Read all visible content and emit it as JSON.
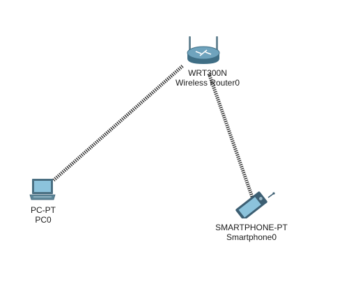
{
  "devices": {
    "router": {
      "model": "WRT300N",
      "name": "Wireless Router0",
      "icon": "wireless-router-icon"
    },
    "pc": {
      "model": "PC-PT",
      "name": "PC0",
      "icon": "laptop-icon"
    },
    "smartphone": {
      "model": "SMARTPHONE-PT",
      "name": "Smartphone0",
      "icon": "smartphone-icon"
    }
  },
  "links": [
    {
      "from": "router",
      "to": "pc",
      "type": "wireless"
    },
    {
      "from": "router",
      "to": "smartphone",
      "type": "wireless"
    }
  ],
  "colors": {
    "link": "#2b2b2b",
    "router_body": "#5f8fa6",
    "screen": "#7fb8d4",
    "device_dark": "#3d5f73"
  }
}
